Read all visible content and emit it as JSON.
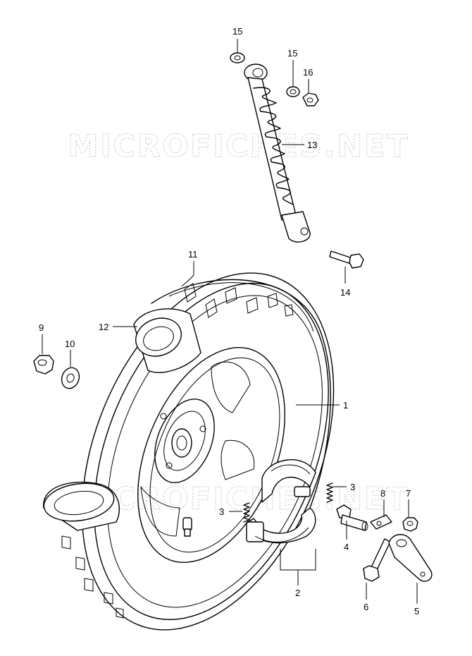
{
  "watermark": "MICROFICHES.NET",
  "callouts": [
    {
      "id": "c15a",
      "text": "15"
    },
    {
      "id": "c15b",
      "text": "15"
    },
    {
      "id": "c16",
      "text": "16"
    },
    {
      "id": "c13",
      "text": "13"
    },
    {
      "id": "c14",
      "text": "14"
    },
    {
      "id": "c11",
      "text": "11"
    },
    {
      "id": "c12",
      "text": "12"
    },
    {
      "id": "c9",
      "text": "9"
    },
    {
      "id": "c10",
      "text": "10"
    },
    {
      "id": "c1",
      "text": "1"
    },
    {
      "id": "c3a",
      "text": "3"
    },
    {
      "id": "c3b",
      "text": "3"
    },
    {
      "id": "c8",
      "text": "8"
    },
    {
      "id": "c7",
      "text": "7"
    },
    {
      "id": "c4",
      "text": "4"
    },
    {
      "id": "c2",
      "text": "2"
    },
    {
      "id": "c6",
      "text": "6"
    },
    {
      "id": "c5",
      "text": "5"
    }
  ]
}
